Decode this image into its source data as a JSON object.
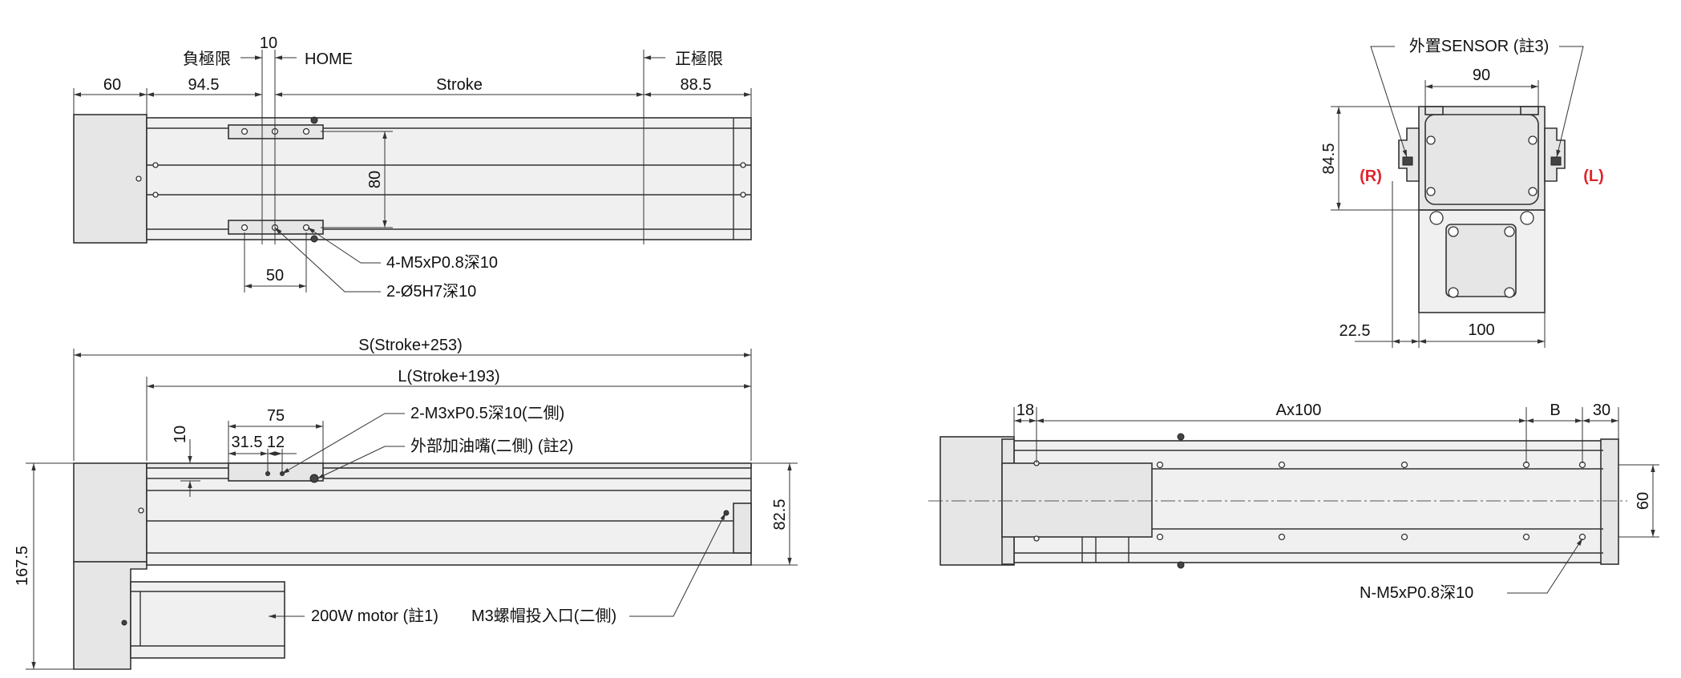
{
  "top_view": {
    "dims": {
      "d60": "60",
      "d94_5": "94.5",
      "d10": "10",
      "stroke": "Stroke",
      "d88_5": "88.5",
      "d80": "80",
      "d50": "50"
    },
    "labels": {
      "neg_limit": "負極限",
      "home": "HOME",
      "pos_limit": "正極限",
      "tap_holes": "4-M5xP0.8深10",
      "pin_holes": "2-Ø5H7深10"
    }
  },
  "side_view": {
    "dims": {
      "overall": "S(Stroke+253)",
      "length": "L(Stroke+193)",
      "d75": "75",
      "d10": "10",
      "d31_5": "31.5",
      "d12": "12",
      "d82_5": "82.5",
      "d167_5": "167.5"
    },
    "labels": {
      "side_holes": "2-M3xP0.5深10(二側)",
      "grease": "外部加油嘴(二側) (註2)",
      "motor": "200W motor (註1)",
      "nut_entry": "M3螺帽投入口(二側)"
    }
  },
  "end_view": {
    "dims": {
      "d90": "90",
      "d84_5": "84.5",
      "d22_5": "22.5",
      "d100": "100"
    },
    "labels": {
      "sensor": "外置SENSOR (註3)",
      "right": "(R)",
      "left": "(L)"
    }
  },
  "bottom_view": {
    "dims": {
      "d18": "18",
      "pitch": "Ax100",
      "b": "B",
      "d30": "30",
      "d60": "60"
    },
    "labels": {
      "bottom_holes": "N-M5xP0.8深10"
    }
  },
  "colors": {
    "line": "#333333",
    "body": "#e6e6e6",
    "accent_red": "#e0242b"
  }
}
